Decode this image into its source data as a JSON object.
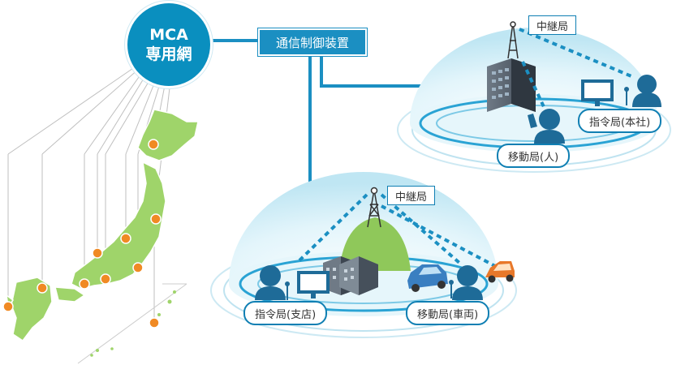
{
  "network": {
    "line1": "MCA",
    "line2": "専用網"
  },
  "controller": {
    "label": "通信制御装置"
  },
  "upper_site": {
    "relay_label": "中継局",
    "hq_label": "指令局(本社)",
    "mobile_label": "移動局(人)"
  },
  "lower_site": {
    "relay_label": "中継局",
    "branch_label": "指令局(支店)",
    "vehicle_label": "移動局(車両)"
  },
  "colors": {
    "primary": "#0a8fbf",
    "line": "#1b8fc2",
    "dome": "#d8f1f8",
    "japan": "#9fd46a",
    "pin": "#f08a24",
    "person": "#1e6b98"
  }
}
